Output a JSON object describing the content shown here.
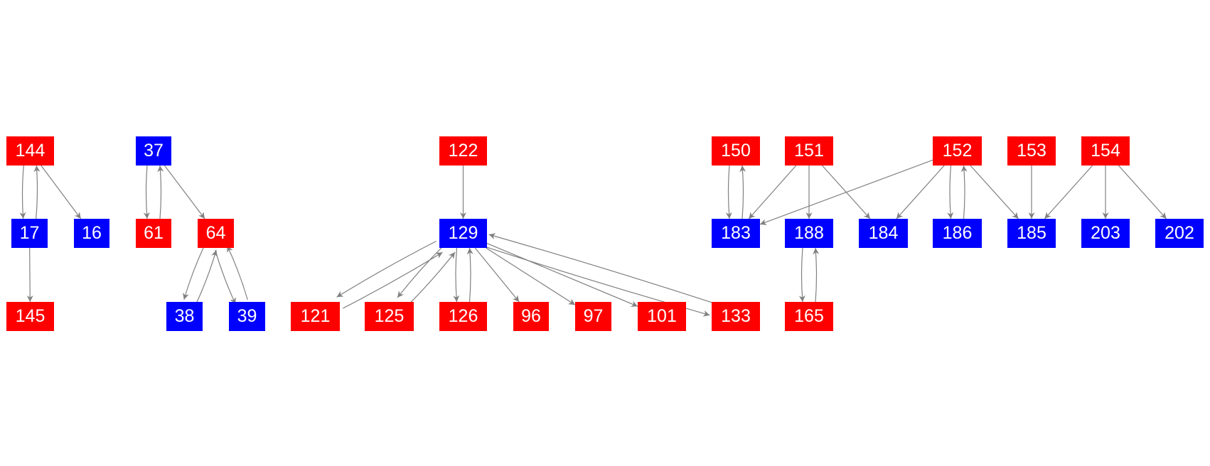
{
  "colors": {
    "red": "#ff0000",
    "blue": "#0000ff",
    "edge": "#808080"
  },
  "nodes": [
    {
      "id": "144",
      "label": "144",
      "color": "red"
    },
    {
      "id": "17",
      "label": "17",
      "color": "blue"
    },
    {
      "id": "16",
      "label": "16",
      "color": "blue"
    },
    {
      "id": "145",
      "label": "145",
      "color": "red"
    },
    {
      "id": "37",
      "label": "37",
      "color": "blue"
    },
    {
      "id": "61",
      "label": "61",
      "color": "red"
    },
    {
      "id": "64",
      "label": "64",
      "color": "red"
    },
    {
      "id": "38",
      "label": "38",
      "color": "blue"
    },
    {
      "id": "39",
      "label": "39",
      "color": "blue"
    },
    {
      "id": "122",
      "label": "122",
      "color": "red"
    },
    {
      "id": "129",
      "label": "129",
      "color": "blue"
    },
    {
      "id": "121",
      "label": "121",
      "color": "red"
    },
    {
      "id": "125",
      "label": "125",
      "color": "red"
    },
    {
      "id": "126",
      "label": "126",
      "color": "red"
    },
    {
      "id": "96",
      "label": "96",
      "color": "red"
    },
    {
      "id": "97",
      "label": "97",
      "color": "red"
    },
    {
      "id": "101",
      "label": "101",
      "color": "red"
    },
    {
      "id": "133",
      "label": "133",
      "color": "red"
    },
    {
      "id": "150",
      "label": "150",
      "color": "red"
    },
    {
      "id": "151",
      "label": "151",
      "color": "red"
    },
    {
      "id": "152",
      "label": "152",
      "color": "red"
    },
    {
      "id": "153",
      "label": "153",
      "color": "red"
    },
    {
      "id": "154",
      "label": "154",
      "color": "red"
    },
    {
      "id": "183",
      "label": "183",
      "color": "blue"
    },
    {
      "id": "188",
      "label": "188",
      "color": "blue"
    },
    {
      "id": "184",
      "label": "184",
      "color": "blue"
    },
    {
      "id": "186",
      "label": "186",
      "color": "blue"
    },
    {
      "id": "185",
      "label": "185",
      "color": "blue"
    },
    {
      "id": "203",
      "label": "203",
      "color": "blue"
    },
    {
      "id": "202",
      "label": "202",
      "color": "blue"
    },
    {
      "id": "165",
      "label": "165",
      "color": "red"
    }
  ],
  "edges": [
    [
      "144",
      "17"
    ],
    [
      "17",
      "144"
    ],
    [
      "144",
      "16"
    ],
    [
      "17",
      "145"
    ],
    [
      "37",
      "61"
    ],
    [
      "61",
      "37"
    ],
    [
      "37",
      "64"
    ],
    [
      "64",
      "38"
    ],
    [
      "38",
      "64"
    ],
    [
      "64",
      "39"
    ],
    [
      "39",
      "64"
    ],
    [
      "122",
      "129"
    ],
    [
      "129",
      "121"
    ],
    [
      "121",
      "129"
    ],
    [
      "129",
      "125"
    ],
    [
      "125",
      "129"
    ],
    [
      "129",
      "126"
    ],
    [
      "126",
      "129"
    ],
    [
      "129",
      "96"
    ],
    [
      "129",
      "97"
    ],
    [
      "129",
      "101"
    ],
    [
      "129",
      "133"
    ],
    [
      "133",
      "129"
    ],
    [
      "150",
      "183"
    ],
    [
      "183",
      "150"
    ],
    [
      "151",
      "183"
    ],
    [
      "152",
      "183"
    ],
    [
      "151",
      "188"
    ],
    [
      "151",
      "184"
    ],
    [
      "152",
      "184"
    ],
    [
      "152",
      "186"
    ],
    [
      "186",
      "152"
    ],
    [
      "152",
      "185"
    ],
    [
      "153",
      "185"
    ],
    [
      "154",
      "185"
    ],
    [
      "154",
      "203"
    ],
    [
      "154",
      "202"
    ],
    [
      "188",
      "165"
    ],
    [
      "165",
      "188"
    ]
  ]
}
